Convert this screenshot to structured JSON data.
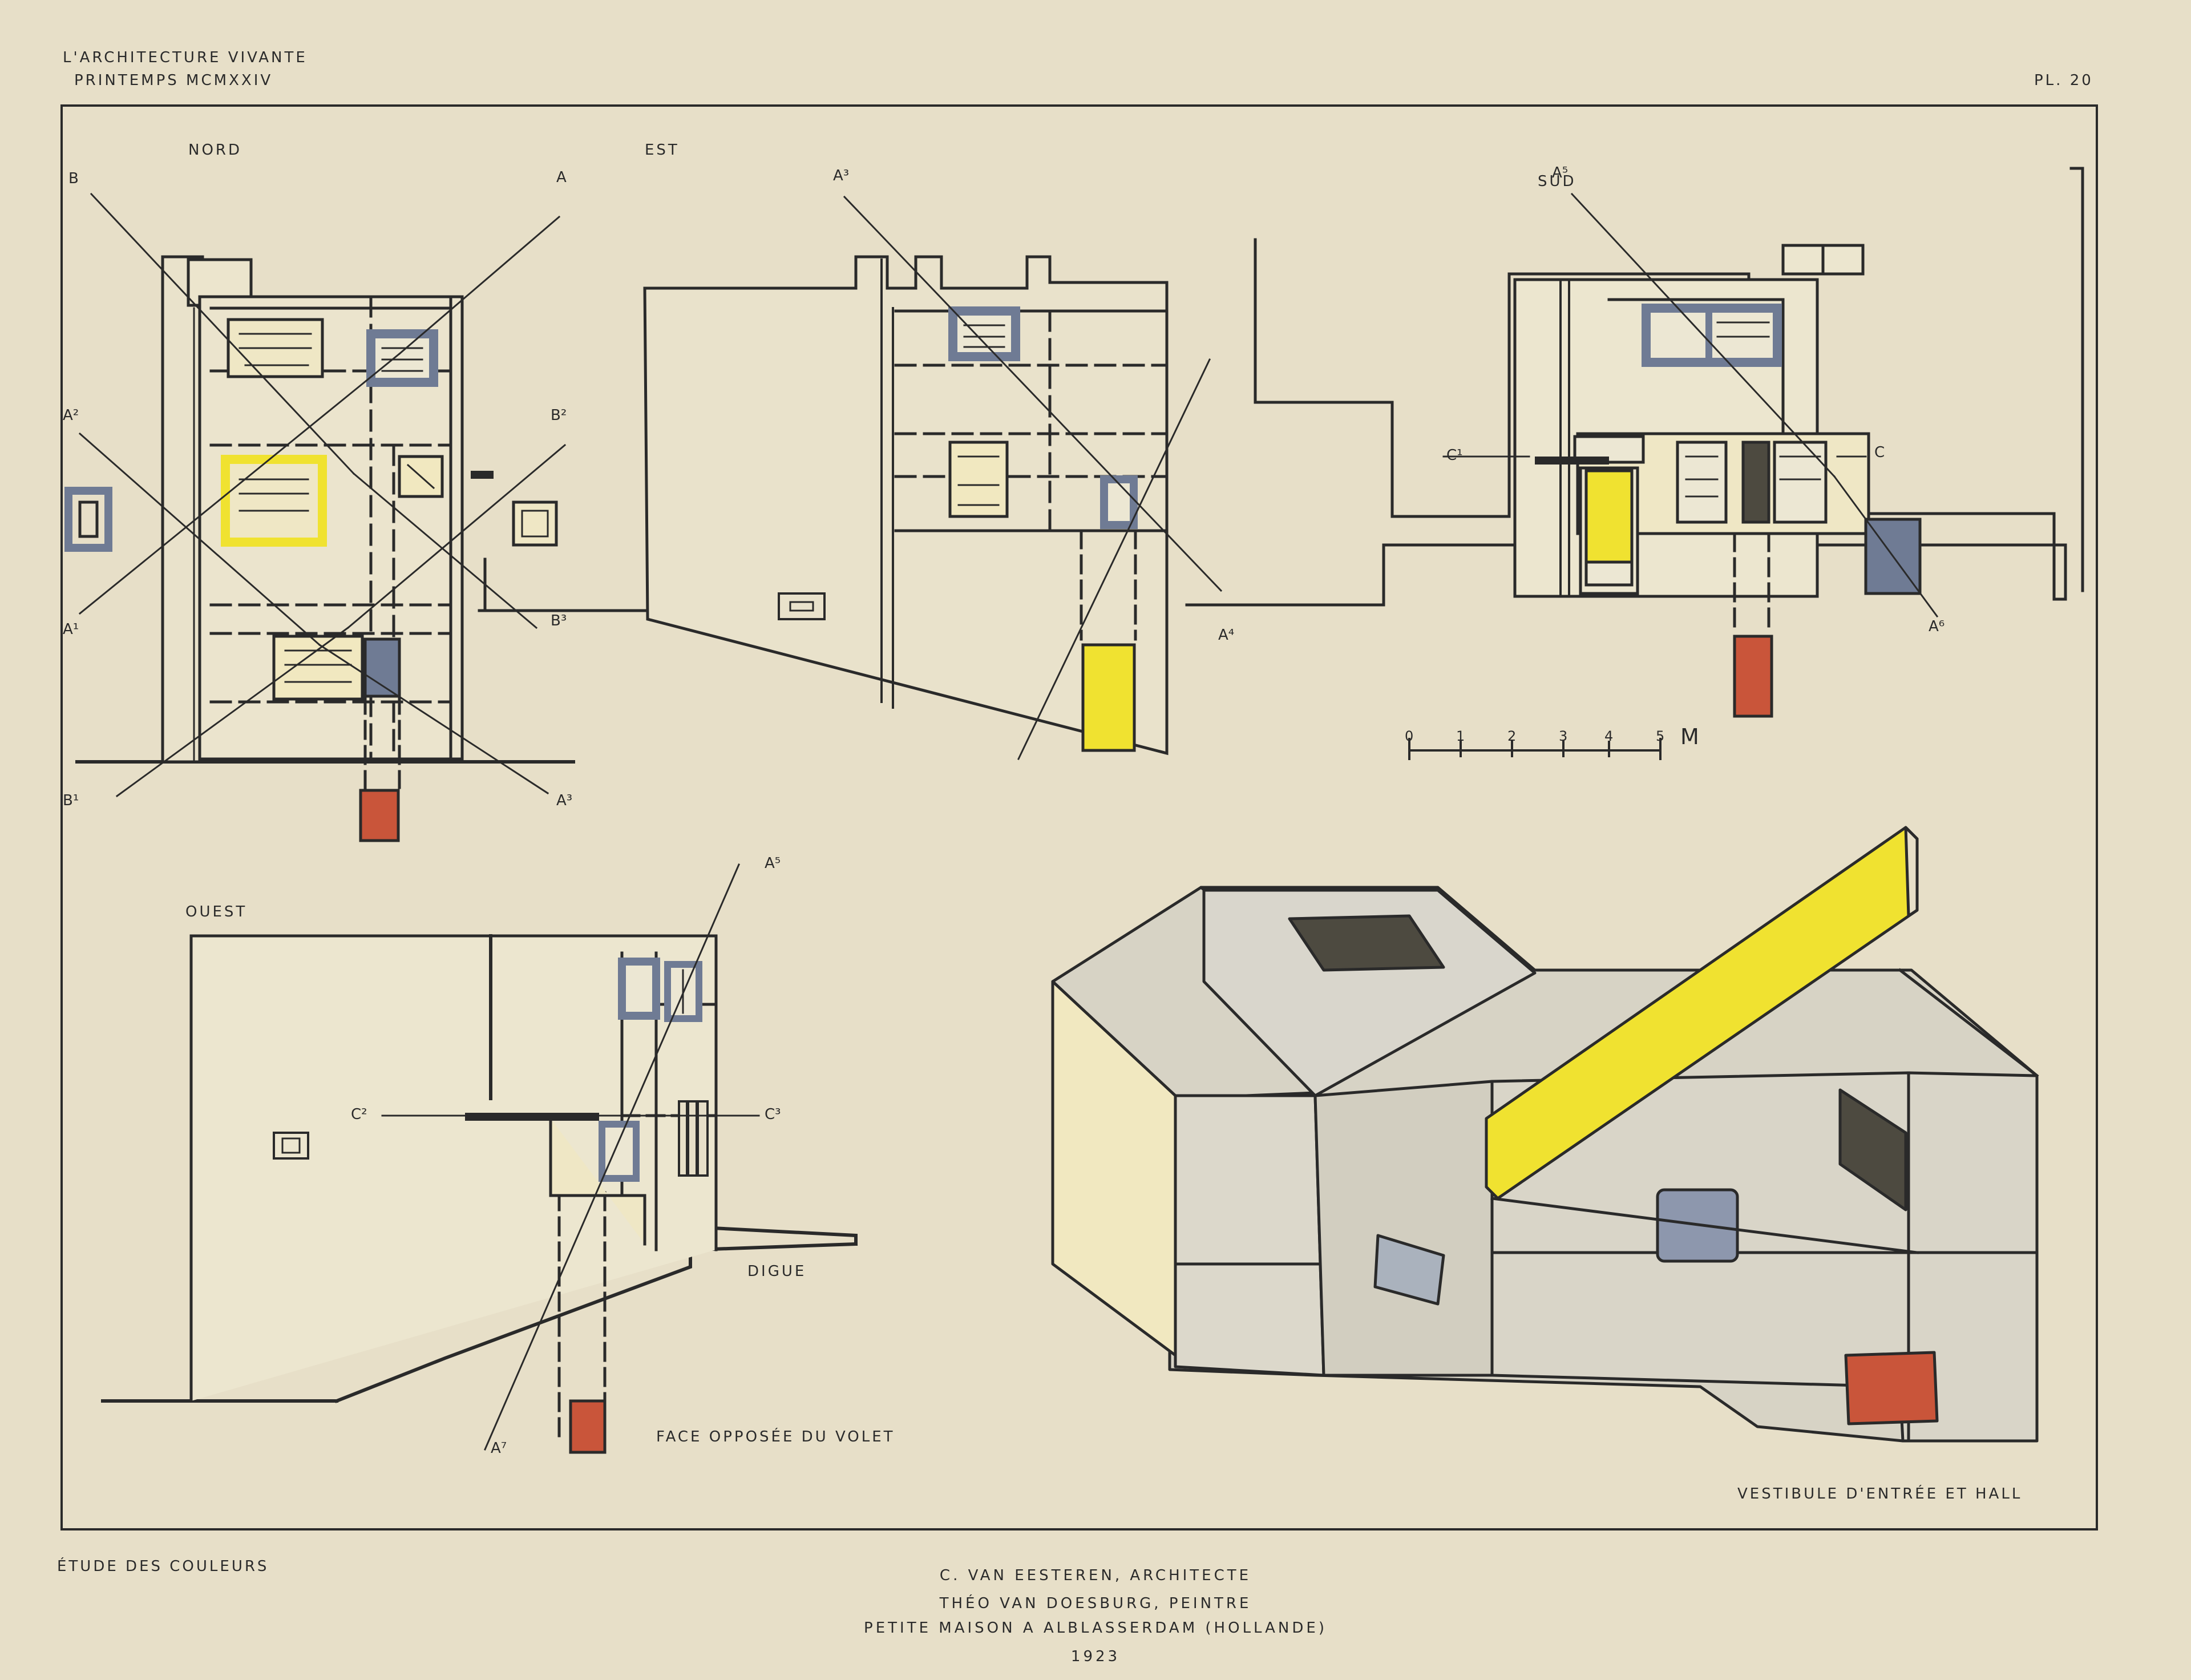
{
  "header": {
    "journal": "L'ARCHITECTURE VIVANTE",
    "issue": "PRINTEMPS MCMXXIV",
    "plate": "PL. 20"
  },
  "views": {
    "north": "NORD",
    "east": "EST",
    "south": "SUD",
    "west": "OUEST",
    "dike": "DIGUE",
    "opposite_face": "FACE OPPOSÉE DU VOLET",
    "axonometric": "VESTIBULE D'ENTRÉE ET HALL"
  },
  "section_marks": {
    "a": "A",
    "a1": "A¹",
    "a2": "A²",
    "a3": "A³",
    "a4": "A⁴",
    "a5": "A⁵",
    "a6": "A⁶",
    "a7": "A⁷",
    "b": "B",
    "b1": "B¹",
    "b2": "B²",
    "b3": "B³",
    "c": "C",
    "c1": "C¹",
    "c2": "C²",
    "c3": "C³"
  },
  "scale_bar": {
    "ticks": [
      "0",
      "1",
      "2",
      "3",
      "4",
      "5"
    ],
    "unit": "M"
  },
  "footer": {
    "study": "ÉTUDE DES COULEURS",
    "architect": "C. VAN EESTEREN, ARCHITECTE",
    "painter": "THÉO VAN DOESBURG, PEINTRE",
    "project": "PETITE MAISON A ALBLASSERDAM (HOLLANDE)",
    "year": "1923"
  },
  "palette": {
    "paper": "#e7dfc8",
    "ink": "#2a2a2a",
    "yellow": "#f0e230",
    "blue": "#6f7b94",
    "red": "#c9553a",
    "grey": "#d7d3c5",
    "dark": "#4d4a40",
    "cream": "#f1e8c0"
  }
}
